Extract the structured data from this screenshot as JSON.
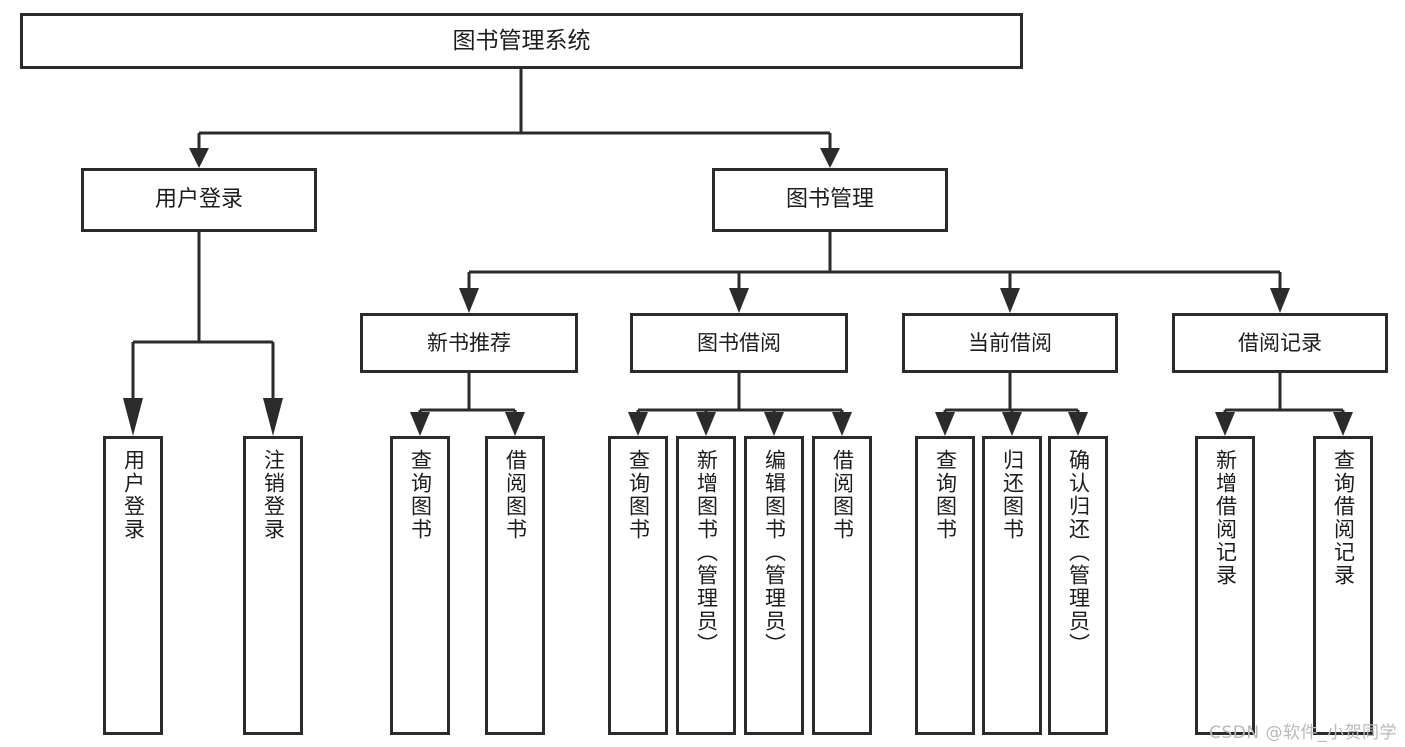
{
  "diagram": {
    "title": "图书管理系统",
    "type": "tree",
    "root": {
      "label": "图书管理系统"
    },
    "level2": [
      {
        "id": "user-login",
        "label": "用户登录"
      },
      {
        "id": "book-manage",
        "label": "图书管理"
      }
    ],
    "level3": [
      {
        "id": "new-book-recommend",
        "label": "新书推荐",
        "parent": "book-manage"
      },
      {
        "id": "book-borrow",
        "label": "图书借阅",
        "parent": "book-manage"
      },
      {
        "id": "current-borrow",
        "label": "当前借阅",
        "parent": "book-manage"
      },
      {
        "id": "borrow-record",
        "label": "借阅记录",
        "parent": "book-manage"
      }
    ],
    "leaves": [
      {
        "id": "leaf-user-login",
        "label": "用户登录",
        "parent": "user-login"
      },
      {
        "id": "leaf-logout-login",
        "label": "注销登录",
        "parent": "user-login"
      },
      {
        "id": "leaf-query-book-1",
        "label": "查询图书",
        "parent": "new-book-recommend"
      },
      {
        "id": "leaf-borrow-book-1",
        "label": "借阅图书",
        "parent": "new-book-recommend"
      },
      {
        "id": "leaf-query-book-2",
        "label": "查询图书",
        "parent": "book-borrow"
      },
      {
        "id": "leaf-add-book",
        "label": "新增图书（管理员）",
        "parent": "book-borrow"
      },
      {
        "id": "leaf-edit-book",
        "label": "编辑图书（管理员）",
        "parent": "book-borrow"
      },
      {
        "id": "leaf-borrow-book-2",
        "label": "借阅图书",
        "parent": "book-borrow"
      },
      {
        "id": "leaf-query-book-3",
        "label": "查询图书",
        "parent": "current-borrow"
      },
      {
        "id": "leaf-return-book",
        "label": "归还图书",
        "parent": "current-borrow"
      },
      {
        "id": "leaf-confirm-return",
        "label": "确认归还（管理员）",
        "parent": "current-borrow"
      },
      {
        "id": "leaf-add-record",
        "label": "新增借阅记录",
        "parent": "borrow-record"
      },
      {
        "id": "leaf-query-record",
        "label": "查询借阅记录",
        "parent": "borrow-record"
      }
    ],
    "colors": {
      "stroke": "#2b2b2b",
      "fill": "#ffffff",
      "text": "#1d1d1d",
      "watermark": "#b9b9b9"
    }
  },
  "watermark": {
    "text": "CSDN @软件_小贺同学"
  }
}
